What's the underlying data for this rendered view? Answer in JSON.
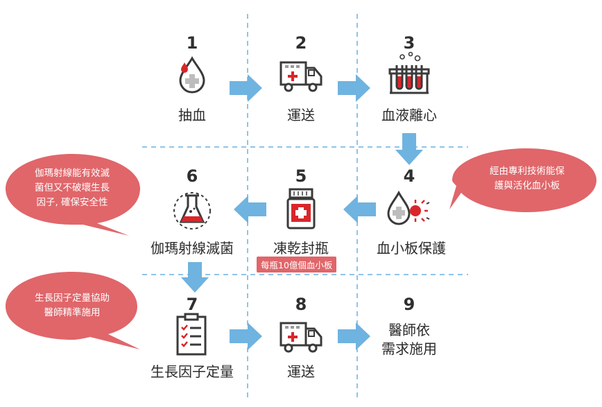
{
  "steps": [
    {
      "number": "1",
      "label": "抽血",
      "icon": "blood-drop-icon"
    },
    {
      "number": "2",
      "label": "運送",
      "icon": "ambulance-icon"
    },
    {
      "number": "3",
      "label": "血液離心",
      "icon": "test-tubes-icon"
    },
    {
      "number": "4",
      "label": "血小板保護",
      "icon": "blood-drop-protect-icon"
    },
    {
      "number": "5",
      "label": "凍乾封瓶",
      "icon": "medicine-bottle-icon"
    },
    {
      "number": "6",
      "label": "伽瑪射線滅菌",
      "icon": "flask-radiation-icon"
    },
    {
      "number": "7",
      "label": "生長因子定量",
      "icon": "clipboard-checklist-icon"
    },
    {
      "number": "8",
      "label": "運送",
      "icon": "ambulance-icon"
    },
    {
      "number": "9",
      "label_line1": "醫師依",
      "label_line2": "需求施用"
    }
  ],
  "badge_step5": "每瓶10億個血小板",
  "bubbles": {
    "right": {
      "line1": "經由專利技術能保",
      "line2": "護與活化血小板"
    },
    "left_top": {
      "line1": "伽瑪射線能有效滅",
      "line2": "菌但又不破壞生長",
      "line3": "因子, 確保安全性"
    },
    "left_bottom": {
      "line1": "生長因子定量協助",
      "line2": "醫師精準施用"
    }
  },
  "colors": {
    "bubble": "#e0666a",
    "arrow": "#6fb3e0",
    "dashed": "#8fc4e8",
    "icon_stroke": "#3a3a3a",
    "icon_accent": "#d9262b"
  }
}
